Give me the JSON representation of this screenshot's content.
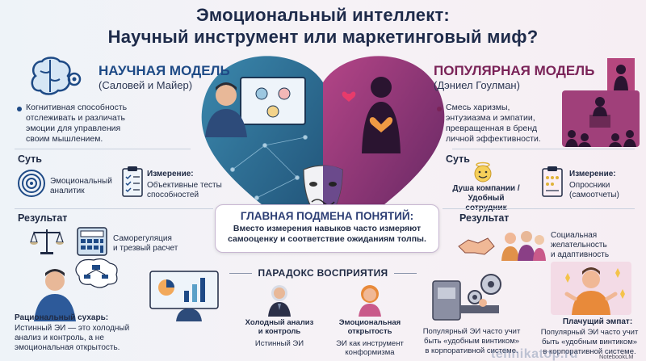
{
  "title": {
    "line1": "Эмоциональный интеллект:",
    "line2": "Научный инструмент или маркетинговый миф?"
  },
  "scientific": {
    "title": "НАУЧНАЯ МОДЕЛЬ",
    "subtitle": "(Саловей и Майер)",
    "bullet": [
      "Когнитивная способность",
      "отслеживать и различать",
      "эмоции для управления",
      "своим мышлением."
    ],
    "essence_heading": "Суть",
    "essence_label": [
      "Эмоциональный",
      "аналитик"
    ],
    "measure_heading": "Измерение:",
    "measure_text": [
      "Объективные тесты",
      "способностей"
    ],
    "result_heading": "Результат",
    "result_text": [
      "Саморегуляция",
      "и трезвый расчет"
    ],
    "sugar_heading": "Рациональный сухарь:",
    "sugar_text": [
      "Истинный ЭИ — это холодный",
      "анализ и контроль, а не",
      "эмоциональная открытость."
    ]
  },
  "popular": {
    "title": "ПОПУЛЯРНАЯ МОДЕЛЬ",
    "subtitle": "(Дэниел Гоулман)",
    "bullet": [
      "Смесь харизмы,",
      "энтузиазма и эмпатии,",
      "превращенная в бренд",
      "личной эффективности."
    ],
    "essence_heading": "Суть",
    "essence_label": [
      "Душа компании /",
      "Удобный сотрудник"
    ],
    "measure_heading": "Измерение:",
    "measure_text": [
      "Опросники",
      "(самоотчеты)"
    ],
    "result_heading": "Результат",
    "result_text": [
      "Социальная",
      "желательность",
      "и адаптивность"
    ],
    "empath_heading": "Плачущий эмпат:",
    "empath_text": [
      "Популярный ЭИ часто учит",
      "быть «удобным винтиком»",
      "в корпоративной системе."
    ]
  },
  "center": {
    "title": "ГЛАВНАЯ ПОДМЕНА ПОНЯТИЙ:",
    "text": [
      "Вместо измерения навыков часто измеряют",
      "самооценку и соответствие ожиданиям толпы."
    ]
  },
  "paradox": {
    "title": "ПАРАДОКС ВОСПРИЯТИЯ",
    "cold_heading": [
      "Холодный анализ",
      "и контроль"
    ],
    "cold_caption": "Истинный ЭИ",
    "open_heading": [
      "Эмоциональная",
      "открытость"
    ],
    "open_caption": [
      "ЭИ как инструмент",
      "конформизма"
    ],
    "cog_text": [
      "Популярный ЭИ часто учит",
      "быть «удобным винтиком»",
      "в корпоративной системе."
    ]
  },
  "watermark": "tehnikatop.ru",
  "notebooklm": "NotebookLM",
  "colors": {
    "blue": "#1e4a86",
    "plum": "#7a2358",
    "heart_left": "#2f6e93",
    "heart_right": "#8a2f6d"
  }
}
